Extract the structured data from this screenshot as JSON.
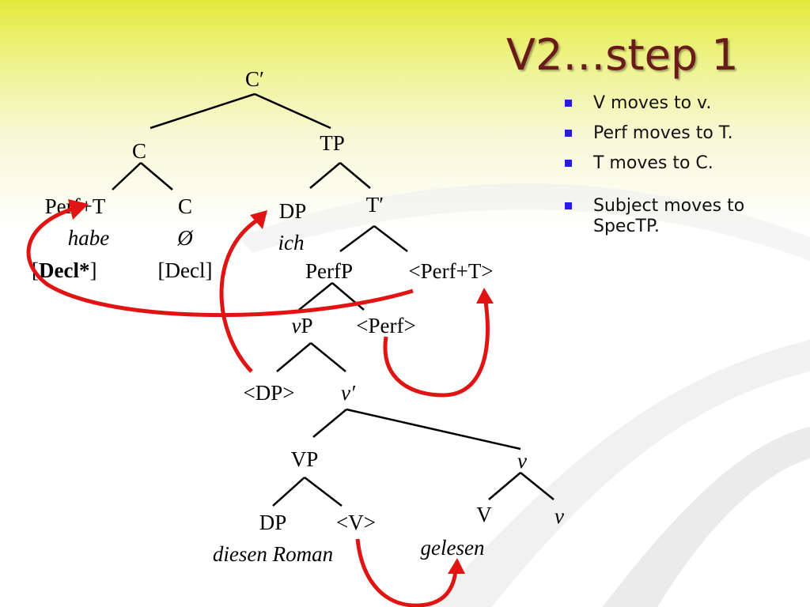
{
  "slide": {
    "title": "V2…step 1",
    "bullets": [
      "V moves to v.",
      "Perf moves to T.",
      "T moves to C.",
      "Subject moves to SpecTP."
    ]
  },
  "tree": {
    "c_bar": "C′",
    "c": "C",
    "tp": "TP",
    "perf_t": "Perf+T",
    "habe": "habe",
    "decl_open": "[",
    "decl_bold": "Decl*",
    "decl_close": "]",
    "c_head": "C",
    "null": "Ø",
    "decl_plain": "[Decl]",
    "dp_subject": "DP",
    "ich": "ich",
    "t_bar": "T′",
    "perfp": "PerfP",
    "perf_t_trace": "<Perf+T>",
    "vp_small_v": "v",
    "vp_small_p": "P",
    "perf_trace": "<Perf>",
    "dp_trace": "<DP>",
    "v_bar": "v′",
    "vp": "VP",
    "v_small": "v",
    "dp_object": "DP",
    "v_trace": "<V>",
    "v_head": "V",
    "v_small_head": "v",
    "diesen_roman": "diesen Roman",
    "gelesen": "gelesen"
  },
  "colors": {
    "title": "#6b1a1a",
    "bullet": "#2a1be0",
    "arrow": "#e11414",
    "background_top": "#e3ea3c"
  }
}
